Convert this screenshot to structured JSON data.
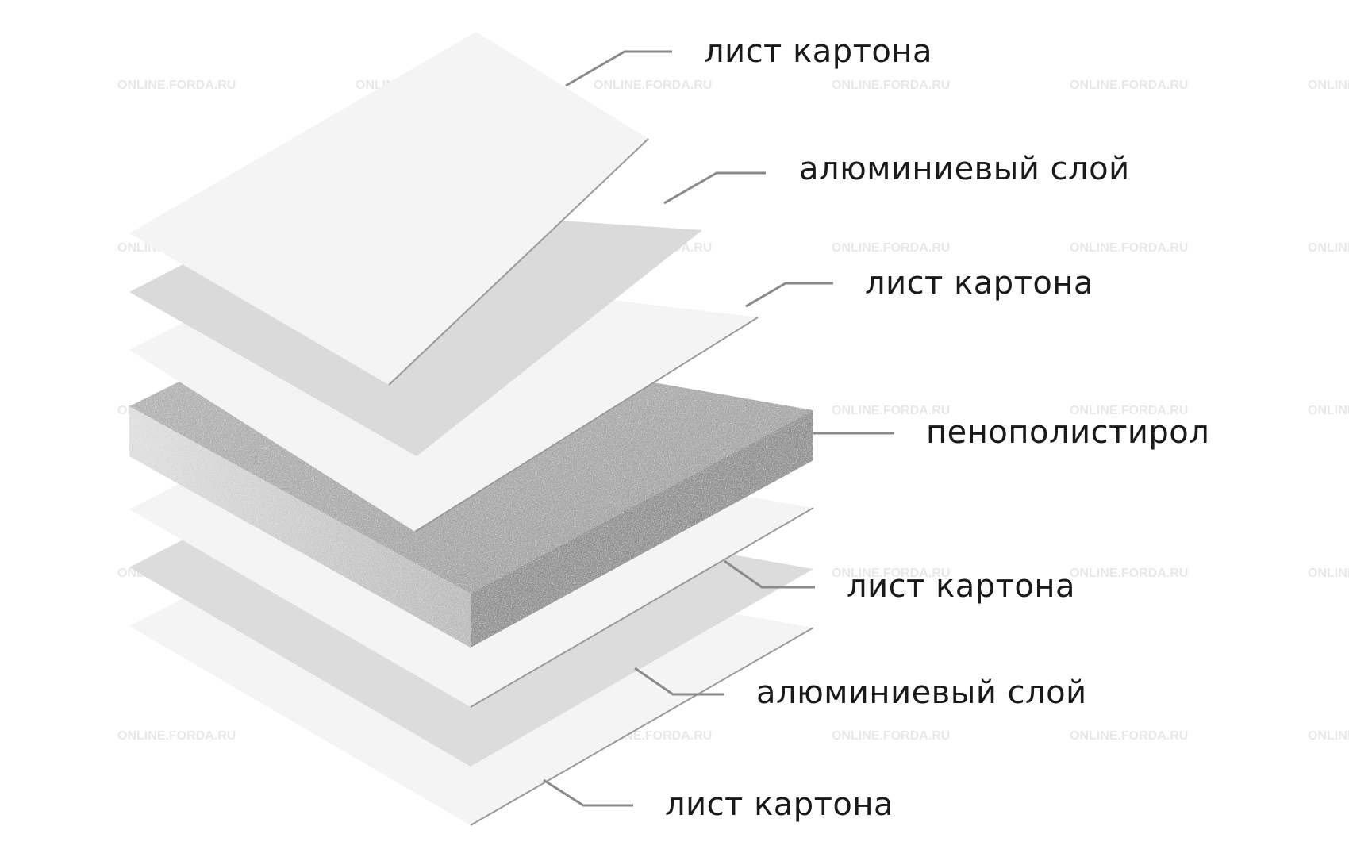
{
  "watermark": {
    "text": "ONLINE.FORDA.RU",
    "color": "#e8e8e8"
  },
  "layers": [
    {
      "label": "лист картона",
      "material": "cardboard"
    },
    {
      "label": "алюминиевый слой",
      "material": "aluminum"
    },
    {
      "label": "лист картона",
      "material": "cardboard"
    },
    {
      "label": "пенополистирол",
      "material": "polystyrene"
    },
    {
      "label": "лист картона",
      "material": "cardboard"
    },
    {
      "label": "алюминиевый слой",
      "material": "aluminum"
    },
    {
      "label": "лист картона",
      "material": "cardboard"
    }
  ],
  "colors": {
    "cardboard": "#f4f4f4",
    "aluminum": "#dadada",
    "polystyrene_top": "#a9a9a9",
    "polystyrene_side_front": "#d2d2d2",
    "polystyrene_side_right": "#8f8f8f",
    "leader": "#8a8a8a",
    "label": "#1a1a1a"
  }
}
